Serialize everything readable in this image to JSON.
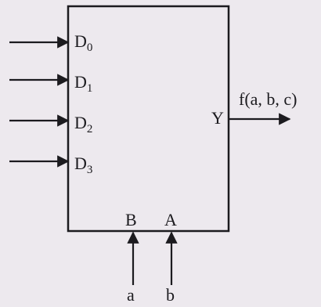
{
  "block": {
    "inputs": [
      {
        "letter": "D",
        "sub": "0"
      },
      {
        "letter": "D",
        "sub": "1"
      },
      {
        "letter": "D",
        "sub": "2"
      },
      {
        "letter": "D",
        "sub": "3"
      }
    ],
    "select": [
      "B",
      "A"
    ],
    "output": "Y",
    "output_label": "f(a, b, c)",
    "select_signals": [
      "a",
      "b"
    ]
  },
  "colors": {
    "ink": "#1c1b1f",
    "paper": "#ede9ee"
  }
}
